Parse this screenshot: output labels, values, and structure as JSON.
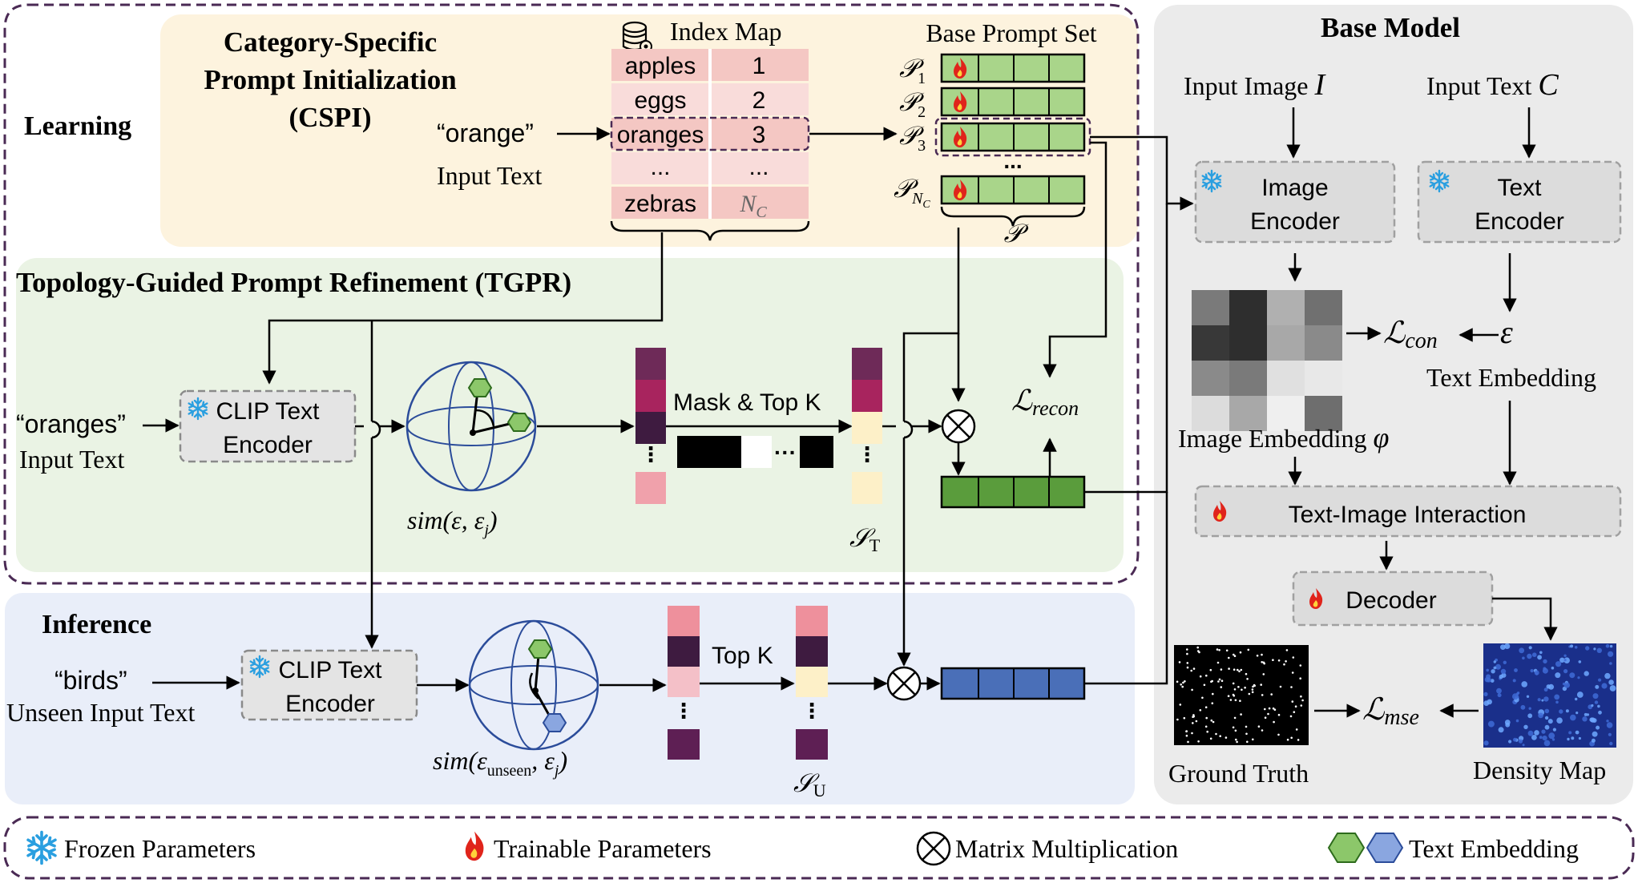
{
  "sections": {
    "learning": "Learning",
    "cspi_line1": "Category-Specific",
    "cspi_line2": "Prompt Initialization",
    "cspi_line3": "(CSPI)",
    "tgpr": "Topology-Guided Prompt Refinement (TGPR)",
    "inference": "Inference",
    "base_model": "Base Model"
  },
  "cspi": {
    "input_quote": "“orange”",
    "input_label": "Input Text",
    "index_map_title": "Index Map",
    "index_map_rows": [
      {
        "name": "apples",
        "index": "1"
      },
      {
        "name": "eggs",
        "index": "2"
      },
      {
        "name": "oranges",
        "index": "3"
      },
      {
        "name": "...",
        "index": "..."
      },
      {
        "name": "zebras",
        "index": "N_C"
      }
    ],
    "prompt_set_title": "Base Prompt Set",
    "prompt_labels": [
      "P1",
      "P2",
      "P3",
      "PNC"
    ],
    "prompt_set_symbol": "P",
    "ellipsis": "..."
  },
  "tgpr": {
    "input_quote": "“oranges”",
    "input_label": "Input Text",
    "encoder_line1": "CLIP Text",
    "encoder_line2": "Encoder",
    "sim_label": "sim(ε, εj)",
    "mask_topk": "Mask & Top K",
    "s_label": "ST",
    "loss_recon": "Lrecon",
    "ellipsis": "..."
  },
  "inference": {
    "input_quote": "“birds”",
    "input_label": "Unseen Input Text",
    "encoder_line1": "CLIP Text",
    "encoder_line2": "Encoder",
    "sim_label": "sim(εunseen, εj)",
    "topk": "Top K",
    "s_label": "SU"
  },
  "base_model": {
    "input_image": "Input Image I",
    "input_text": "Input Text C",
    "image_encoder_line1": "Image",
    "image_encoder_line2": "Encoder",
    "text_encoder_line1": "Text",
    "text_encoder_line2": "Encoder",
    "loss_con": "Lcon",
    "epsilon": "ε",
    "text_embedding": "Text Embedding",
    "image_embedding": "Image Embedding φ",
    "interaction": "Text-Image Interaction",
    "decoder": "Decoder",
    "loss_mse": "Lmse",
    "ground_truth": "Ground Truth",
    "density_map": "Density Map"
  },
  "legend": {
    "frozen": "Frozen Parameters",
    "trainable": "Trainable Parameters",
    "matmul": "Matrix Multiplication",
    "text_embedding": "Text Embedding"
  },
  "colors": {
    "cspi_bg": "#fdf3de",
    "tgpr_bg": "#eaf3e4",
    "inference_bg": "#e9eef9",
    "base_model_bg": "#ebebeb",
    "dashed_border": "#4a2a54",
    "prompt_green": "#a9d58a",
    "refined_green": "#5a9c3c",
    "inference_blue": "#4a6fb8",
    "index_row": "#f4c7c3",
    "fire_red": "#e0241b",
    "snow_blue": "#2a9fe0"
  }
}
